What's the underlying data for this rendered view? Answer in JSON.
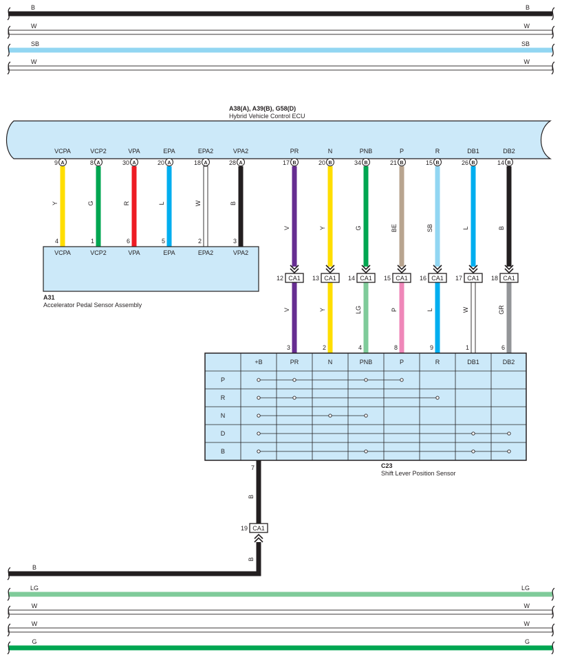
{
  "top_harness": [
    {
      "code": "B",
      "color": "#231f20"
    },
    {
      "code": "W",
      "color": "#ffffff"
    },
    {
      "code": "SB",
      "color": "#92d6f2"
    },
    {
      "code": "W",
      "color": "#ffffff"
    }
  ],
  "bottom_harness": [
    {
      "code": "B",
      "color": "#231f20",
      "right": false
    },
    {
      "code": "LG",
      "color": "#7fcb9a",
      "right": true
    },
    {
      "code": "W",
      "color": "#ffffff",
      "right": true
    },
    {
      "code": "W",
      "color": "#ffffff",
      "right": true
    },
    {
      "code": "G",
      "color": "#00a651",
      "right": true
    }
  ],
  "ecu": {
    "connectors": "A38(A), A39(B), G58(D)",
    "name": "Hybrid Vehicle Control ECU",
    "pins": [
      {
        "signal": "VCPA",
        "pin": "9",
        "conn": "A"
      },
      {
        "signal": "VCP2",
        "pin": "8",
        "conn": "A"
      },
      {
        "signal": "VPA",
        "pin": "30",
        "conn": "A"
      },
      {
        "signal": "EPA",
        "pin": "20",
        "conn": "A"
      },
      {
        "signal": "EPA2",
        "pin": "18",
        "conn": "A"
      },
      {
        "signal": "VPA2",
        "pin": "28",
        "conn": "A"
      },
      {
        "signal": "PR",
        "pin": "17",
        "conn": "B"
      },
      {
        "signal": "N",
        "pin": "20",
        "conn": "B"
      },
      {
        "signal": "PNB",
        "pin": "34",
        "conn": "B"
      },
      {
        "signal": "P",
        "pin": "21",
        "conn": "B"
      },
      {
        "signal": "R",
        "pin": "15",
        "conn": "B"
      },
      {
        "signal": "DB1",
        "pin": "26",
        "conn": "B"
      },
      {
        "signal": "DB2",
        "pin": "14",
        "conn": "B"
      }
    ]
  },
  "pedal_sensor": {
    "id": "A31",
    "name": "Accelerator Pedal Sensor Assembly",
    "wires": [
      {
        "code": "Y",
        "color": "#ffde00",
        "pin": "4",
        "terminal": "VCPA"
      },
      {
        "code": "G",
        "color": "#00a651",
        "pin": "1",
        "terminal": "VCP2"
      },
      {
        "code": "R",
        "color": "#ed1c24",
        "pin": "6",
        "terminal": "VPA"
      },
      {
        "code": "L",
        "color": "#00aeef",
        "pin": "5",
        "terminal": "EPA"
      },
      {
        "code": "W",
        "color": "#ffffff",
        "pin": "2",
        "terminal": "EPA2"
      },
      {
        "code": "B",
        "color": "#231f20",
        "pin": "3",
        "terminal": "VPA2"
      }
    ]
  },
  "junction": {
    "label": "CA1",
    "wires": [
      {
        "upper_code": "V",
        "upper_color": "#662d91",
        "ca_pin": "12",
        "lower_code": "V",
        "lower_color": "#662d91",
        "sensor_pin": "3"
      },
      {
        "upper_code": "Y",
        "upper_color": "#ffde00",
        "ca_pin": "13",
        "lower_code": "Y",
        "lower_color": "#ffde00",
        "sensor_pin": "2"
      },
      {
        "upper_code": "G",
        "upper_color": "#00a651",
        "ca_pin": "14",
        "lower_code": "LG",
        "lower_color": "#7fcb9a",
        "sensor_pin": "4"
      },
      {
        "upper_code": "BE",
        "upper_color": "#b8a48f",
        "ca_pin": "15",
        "lower_code": "P",
        "lower_color": "#ef87b9",
        "sensor_pin": "8"
      },
      {
        "upper_code": "SB",
        "upper_color": "#92d6f2",
        "ca_pin": "16",
        "lower_code": "L",
        "lower_color": "#00aeef",
        "sensor_pin": "9"
      },
      {
        "upper_code": "L",
        "upper_color": "#00aeef",
        "ca_pin": "17",
        "lower_code": "W",
        "lower_color": "#ffffff",
        "sensor_pin": "1"
      },
      {
        "upper_code": "B",
        "upper_color": "#231f20",
        "ca_pin": "18",
        "lower_code": "GR",
        "lower_color": "#939598",
        "sensor_pin": "6"
      }
    ]
  },
  "shift_sensor": {
    "id": "C23",
    "name": "Shift Lever Position Sensor",
    "columns": [
      "+B",
      "PR",
      "N",
      "PNB",
      "P",
      "R",
      "DB1",
      "DB2"
    ],
    "rows": [
      {
        "label": "P",
        "dots": [
          0,
          1,
          3,
          4
        ]
      },
      {
        "label": "R",
        "dots": [
          0,
          1,
          5
        ]
      },
      {
        "label": "N",
        "dots": [
          0,
          2,
          3
        ]
      },
      {
        "label": "D",
        "dots": [
          0,
          6,
          7
        ]
      },
      {
        "label": "B",
        "dots": [
          0,
          3,
          6,
          7
        ]
      }
    ],
    "ground_pin": "7",
    "ground_code": "B",
    "ground_ca_pin": "19",
    "ground_ca_label": "CA1",
    "ground_lower_code": "B"
  },
  "colors": {
    "body_fill": "#cce9f9",
    "outline": "#231f20"
  }
}
